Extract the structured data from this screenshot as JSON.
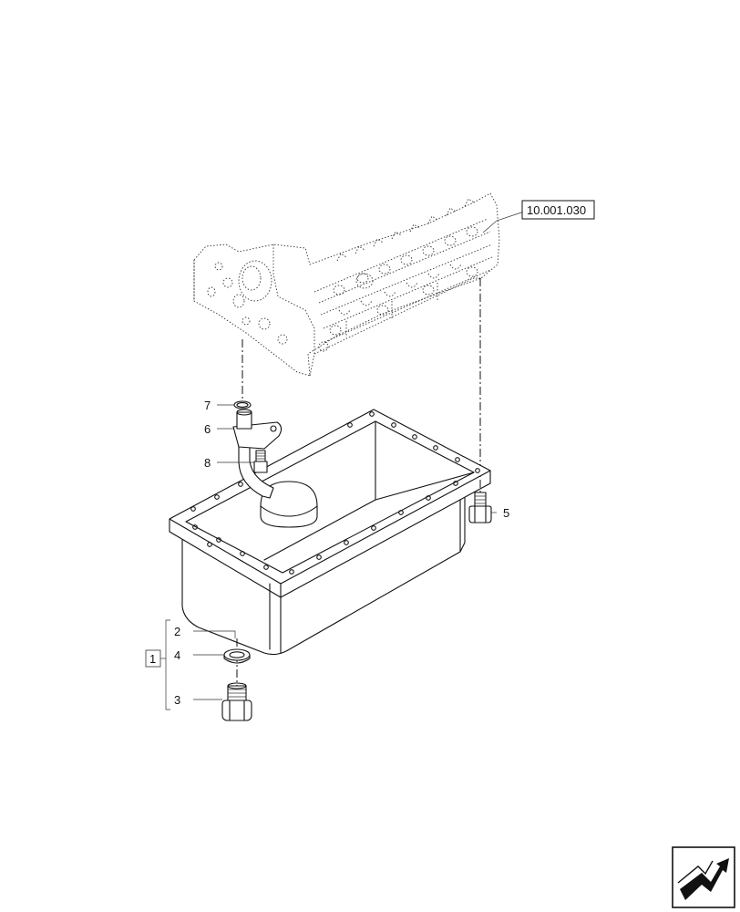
{
  "diagram": {
    "reference_label": "10.001.030",
    "callouts": {
      "group": "1",
      "pan": "2",
      "drain_plug": "3",
      "drain_washer": "4",
      "pan_bolt": "5",
      "suction_pipe": "6",
      "o_ring": "7",
      "pipe_bolt": "8"
    },
    "nav_icon": "next-page-arrow-icon"
  }
}
